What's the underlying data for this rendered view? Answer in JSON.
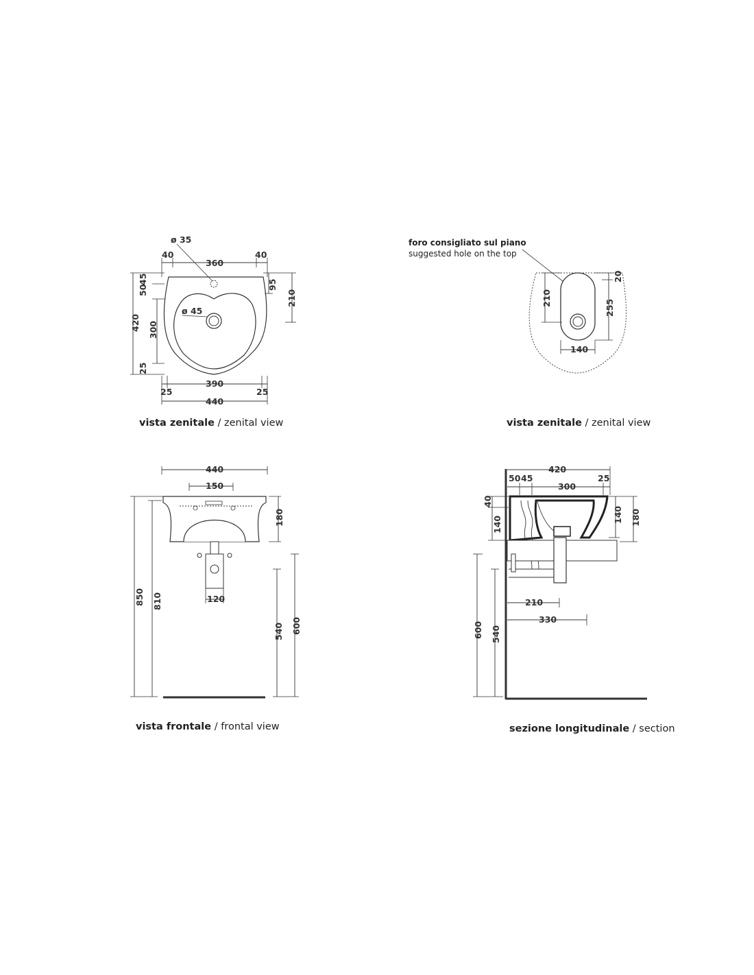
{
  "views": {
    "top_left": {
      "caption_it": "vista zenitale",
      "caption_sep": " / ",
      "caption_en": "zenital view",
      "dims": {
        "d35": "ø 35",
        "t40a": "40",
        "t360": "360",
        "t40b": "40",
        "l45": "45",
        "l50": "50",
        "l420": "420",
        "l300": "300",
        "l25": "25",
        "r95": "95",
        "r210": "210",
        "d45": "ø 45",
        "b25a": "25",
        "b390": "390",
        "b25b": "25",
        "b440": "440"
      }
    },
    "top_right": {
      "caption_it": "vista zenitale",
      "caption_sep": " / ",
      "caption_en": "zenital view",
      "note_it": "foro consigliato sul piano",
      "note_en": "suggested hole on the top",
      "dims": {
        "v210": "210",
        "v20": "20",
        "v255": "255",
        "h140": "140"
      }
    },
    "bottom_left": {
      "caption_it": "vista frontale",
      "caption_sep": " / ",
      "caption_en": "frontal view",
      "dims": {
        "t440": "440",
        "t150": "150",
        "r180": "180",
        "b120": "120",
        "v850": "850",
        "v810": "810",
        "v540": "540",
        "v600": "600"
      }
    },
    "bottom_right": {
      "caption_it": "sezione longitudinale",
      "caption_sep": " / ",
      "caption_en": "section",
      "dims": {
        "t420": "420",
        "t50": "50",
        "t45": "45",
        "t25": "25",
        "t300": "300",
        "l40": "40",
        "l140": "140",
        "r140": "140",
        "r180": "180",
        "h210": "210",
        "h330": "330",
        "v600": "600",
        "v540": "540"
      }
    }
  }
}
